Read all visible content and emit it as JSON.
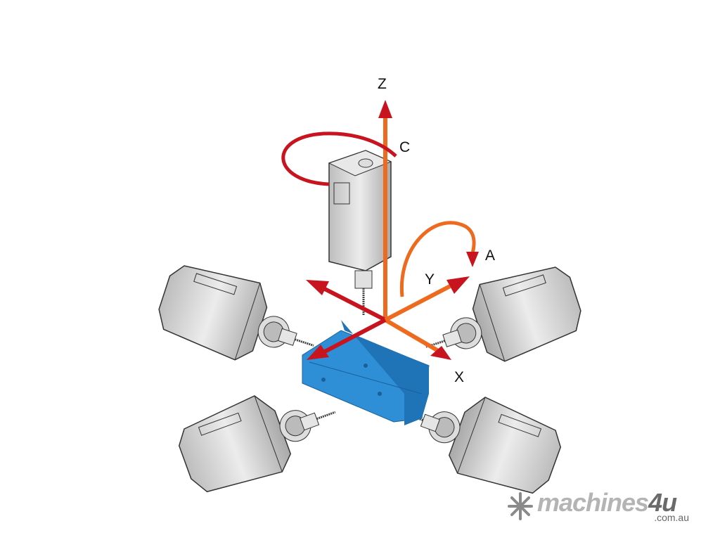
{
  "diagram": {
    "axes": {
      "z": "Z",
      "c": "C",
      "a": "A",
      "y": "Y",
      "x": "X"
    },
    "colors": {
      "axis_red": "#c8141e",
      "axis_orange": "#ee6a1e",
      "workpiece_blue": "#2f8fd6",
      "spindle_grey": "#d4d4d4"
    }
  },
  "logo": {
    "name": "machines",
    "number": "4u",
    "domain": ".com.au"
  }
}
